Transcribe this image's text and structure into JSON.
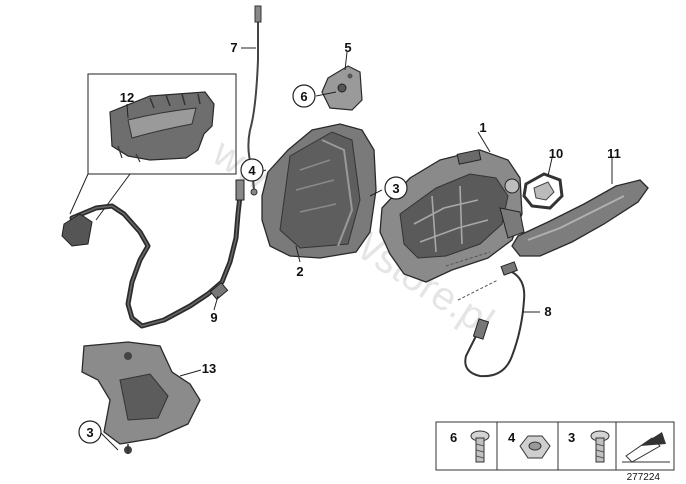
{
  "watermark": "www.BMWstore.pl",
  "diagram_id": "277224",
  "callouts": [
    {
      "id": "c1",
      "label": "1"
    },
    {
      "id": "c2",
      "label": "2"
    },
    {
      "id": "c3a",
      "label": "3"
    },
    {
      "id": "c3b",
      "label": "3"
    },
    {
      "id": "c4",
      "label": "4"
    },
    {
      "id": "c5",
      "label": "5"
    },
    {
      "id": "c6",
      "label": "6"
    },
    {
      "id": "c7",
      "label": "7"
    },
    {
      "id": "c8",
      "label": "8"
    },
    {
      "id": "c9",
      "label": "9"
    },
    {
      "id": "c10",
      "label": "10"
    },
    {
      "id": "c11",
      "label": "11"
    },
    {
      "id": "c12",
      "label": "12"
    },
    {
      "id": "c13",
      "label": "13"
    }
  ],
  "legend": [
    {
      "label": "6"
    },
    {
      "label": "4"
    },
    {
      "label": "3"
    }
  ]
}
